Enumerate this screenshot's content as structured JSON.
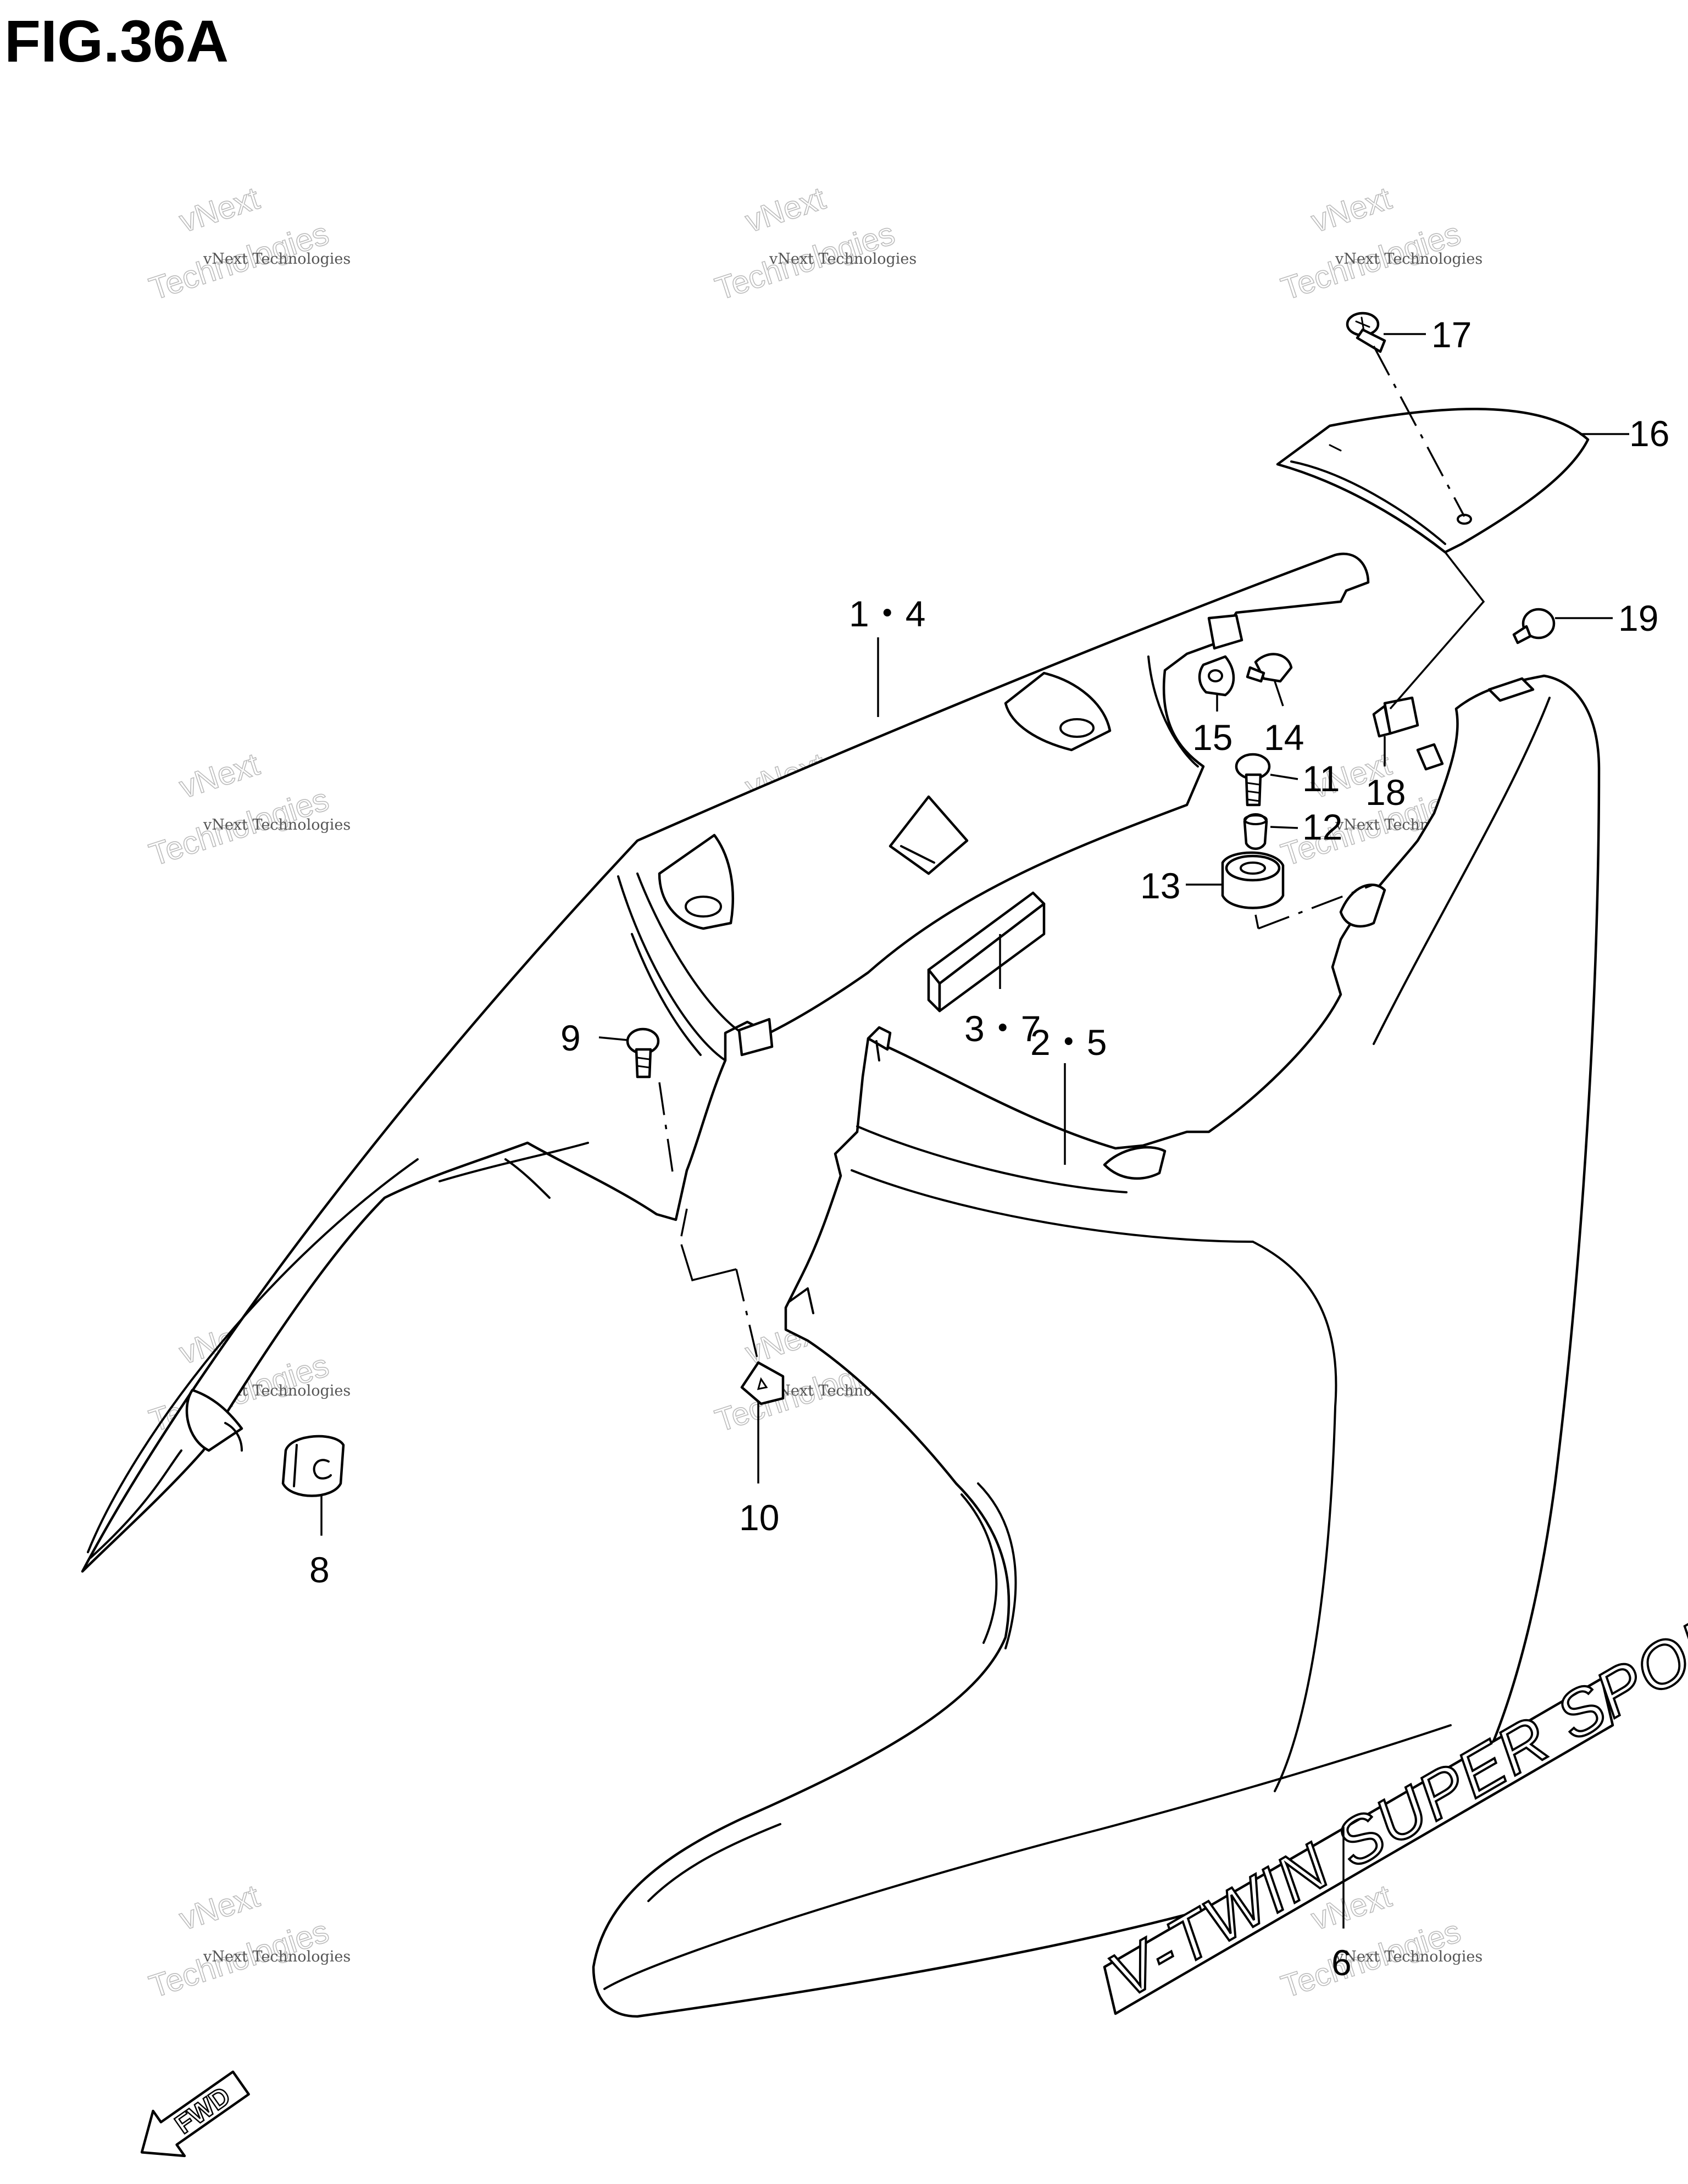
{
  "figure": {
    "title": "FIG.36A"
  },
  "callouts": [
    {
      "id": "1-4",
      "text": "1・4"
    },
    {
      "id": "2-5",
      "text": "2・5"
    },
    {
      "id": "3-7",
      "text": "3・7"
    },
    {
      "id": "6",
      "text": "6"
    },
    {
      "id": "8",
      "text": "8"
    },
    {
      "id": "9",
      "text": "9"
    },
    {
      "id": "10",
      "text": "10"
    },
    {
      "id": "11",
      "text": "11"
    },
    {
      "id": "12",
      "text": "12"
    },
    {
      "id": "13",
      "text": "13"
    },
    {
      "id": "14",
      "text": "14"
    },
    {
      "id": "15",
      "text": "15"
    },
    {
      "id": "16",
      "text": "16"
    },
    {
      "id": "17",
      "text": "17"
    },
    {
      "id": "18",
      "text": "18"
    },
    {
      "id": "19",
      "text": "19"
    }
  ],
  "decal": {
    "text": "V-TWIN SUPER SPORT"
  },
  "forward_arrow": {
    "text": "FWD"
  },
  "watermark": {
    "line1": "vNext Technologies",
    "big_line1": "vNext",
    "big_line2": "Technologies"
  }
}
